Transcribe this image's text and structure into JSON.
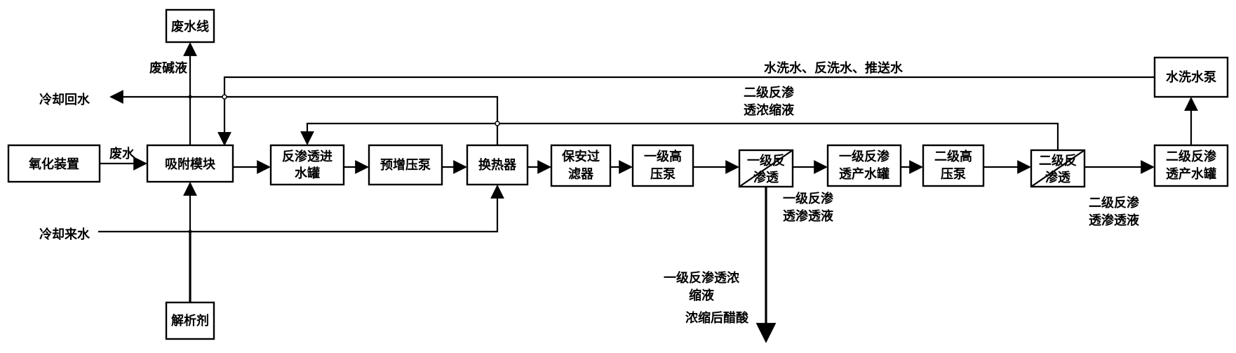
{
  "nodes": {
    "wastewater_line": "废水线",
    "oxidation_unit": "氧化装置",
    "adsorption_module": "吸附模块",
    "ro_feed_tank": [
      "反渗透进",
      "水罐"
    ],
    "booster_pump": "预增压泵",
    "heat_exchanger": "换热器",
    "safety_filter": [
      "保安过",
      "滤器"
    ],
    "stage1_hp_pump": [
      "一级高",
      "压泵"
    ],
    "stage1_ro": [
      "一级反",
      "渗透"
    ],
    "stage1_permeate_tank": [
      "一级反渗",
      "透产水罐"
    ],
    "stage2_hp_pump": [
      "二级高",
      "压泵"
    ],
    "stage2_ro": [
      "二级反",
      "渗透"
    ],
    "stage2_permeate_tank": [
      "二级反渗",
      "透产水罐"
    ],
    "wash_pump": "水洗水泵",
    "desorbent": "解析剂"
  },
  "labels": {
    "waste_alkali": "废碱液",
    "cooling_return": "冷却回水",
    "wastewater": "废水",
    "cooling_supply": "冷却来水",
    "wash_water": "水洗水、反洗水、推送水",
    "stage2_concentrate": [
      "二级反渗",
      "透浓缩液"
    ],
    "stage1_permeate": [
      "一级反渗",
      "透渗透液"
    ],
    "stage2_permeate": [
      "二级反渗",
      "透渗透液"
    ],
    "stage1_concentrate": [
      "一级反渗透浓",
      "缩液",
      "浓缩后醋酸"
    ]
  }
}
